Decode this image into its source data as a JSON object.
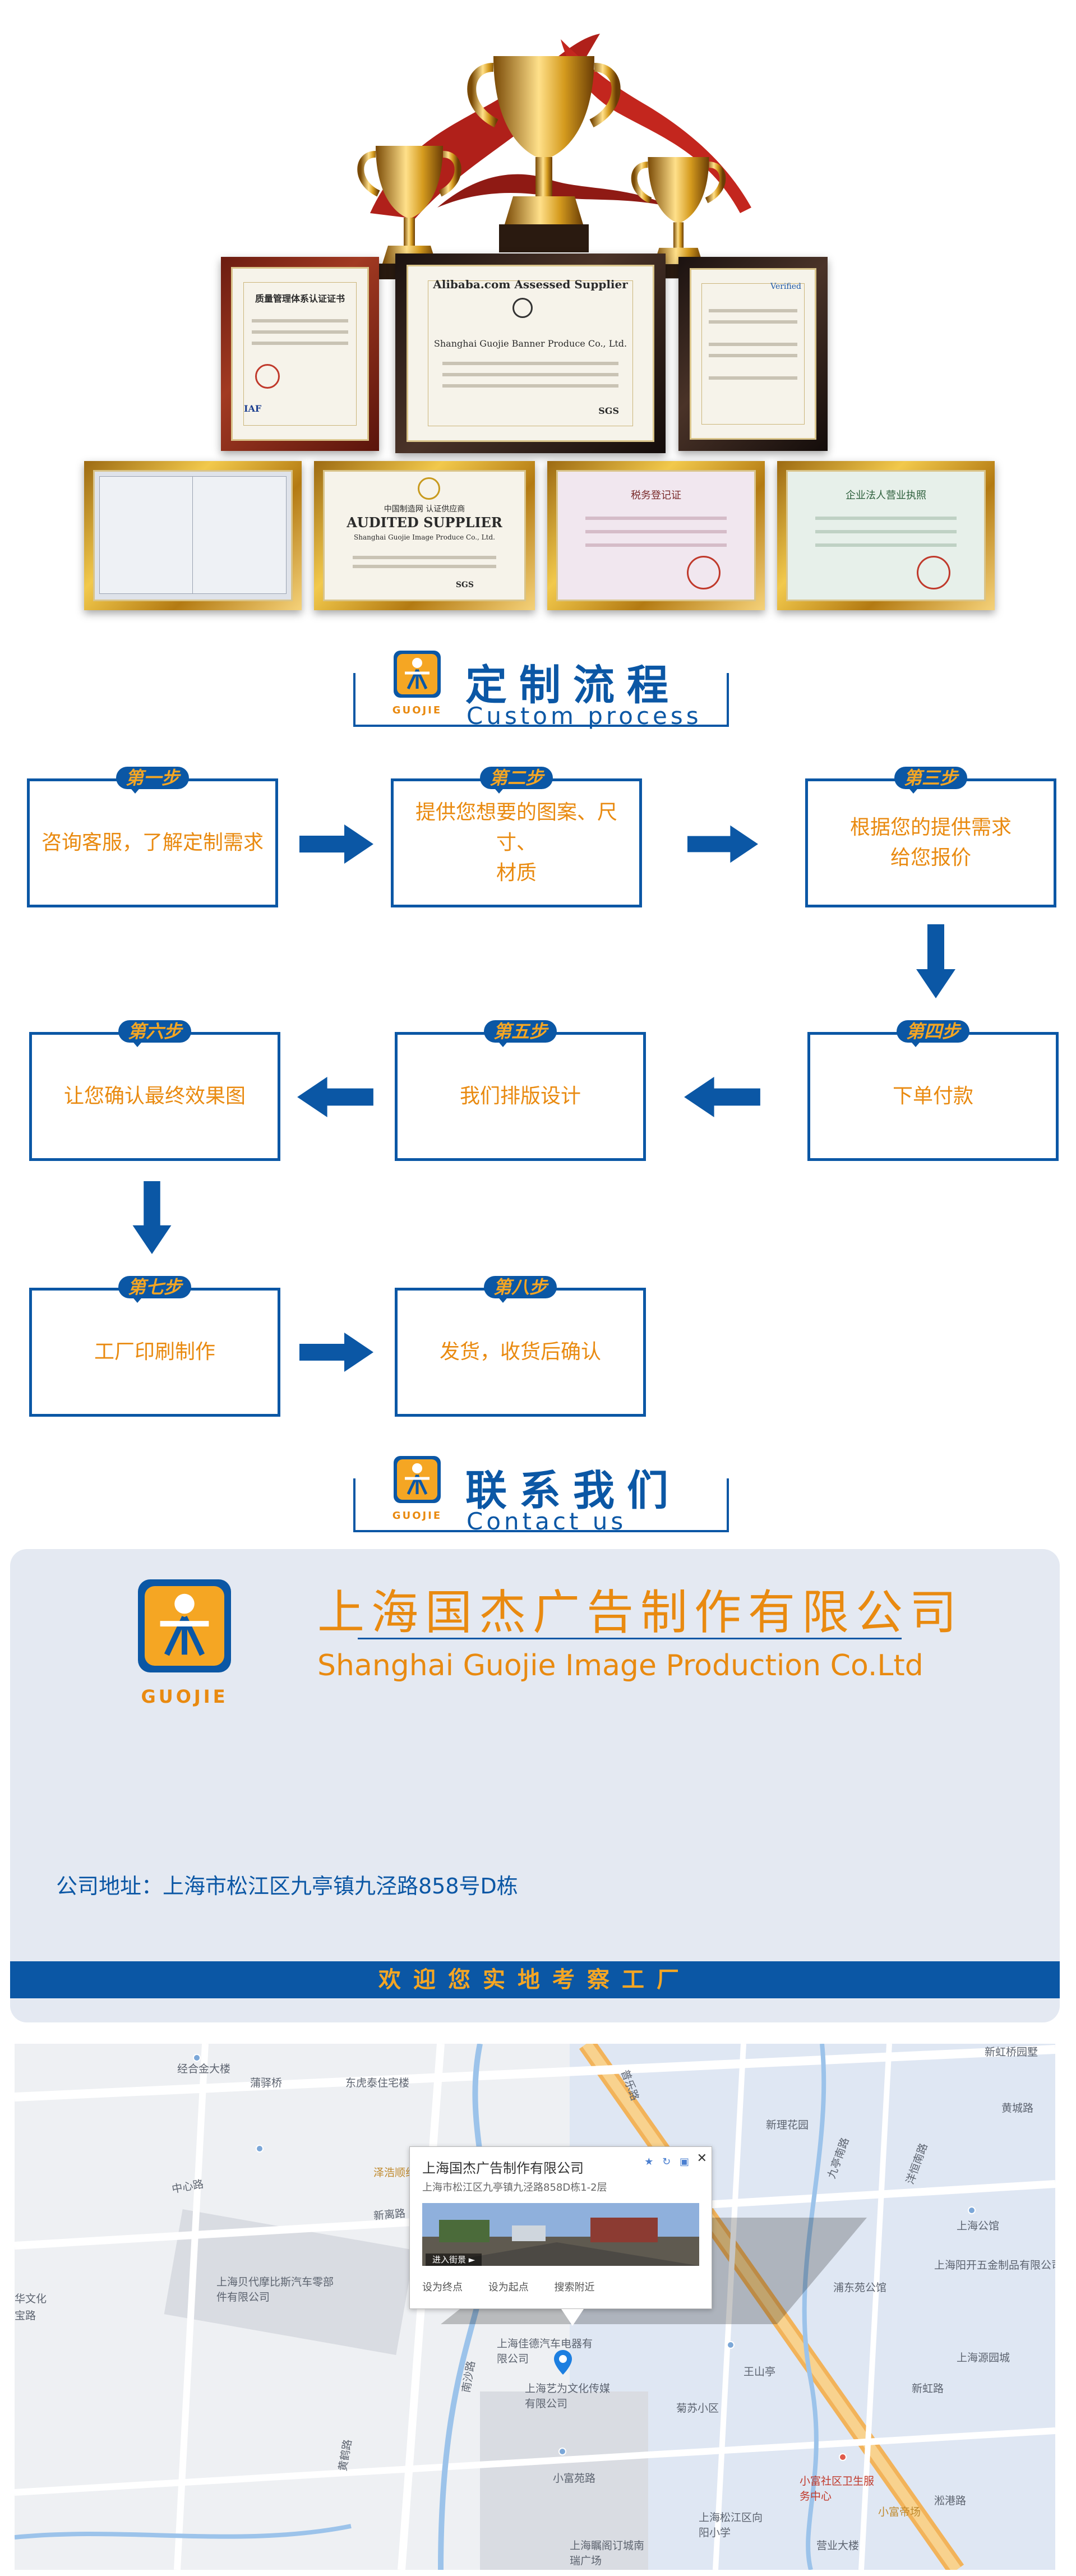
{
  "certificates": {
    "alibaba_title": "Alibaba.com Assessed Supplier",
    "alibaba_company": "Shanghai Guojie Banner Produce Co., Ltd.",
    "alibaba_sgs": "SGS",
    "verified": "Verified",
    "quality_cn": "质量管理体系认证证书",
    "iaf": "IAF",
    "audited_cn": "中国制造网 认证供应商",
    "audited_en": "AUDITED SUPPLIER",
    "audited_company": "Shanghai Guojie Image Produce Co., Ltd.",
    "audited_sgs": "SGS",
    "tax_cn": "税务登记证",
    "license_cn": "企业法人营业执照"
  },
  "process_header": {
    "title_cn": "定制流程",
    "title_en": "Custom process",
    "logo_word": "GUOJIE"
  },
  "steps": [
    {
      "tag": "第一步",
      "text": "咨询客服，了解定制需求"
    },
    {
      "tag": "第二步",
      "text": "提供您想要的图案、尺寸、\n材质"
    },
    {
      "tag": "第三步",
      "text": "根据您的提供需求\n给您报价"
    },
    {
      "tag": "第四步",
      "text": "下单付款"
    },
    {
      "tag": "第五步",
      "text": "我们排版设计"
    },
    {
      "tag": "第六步",
      "text": "让您确认最终效果图"
    },
    {
      "tag": "第七步",
      "text": "工厂印刷制作"
    },
    {
      "tag": "第八步",
      "text": "发货，收货后确认"
    }
  ],
  "contact_header": {
    "title_cn": "联系我们",
    "title_en": "Contact us",
    "logo_word": "GUOJIE"
  },
  "company": {
    "logo_word": "GUOJIE",
    "name_cn": "上海国杰广告制作有限公司",
    "name_en": "Shanghai Guojie Image Production Co.Ltd",
    "address": "公司地址：上海市松江区九亭镇九泾路858号D栋",
    "welcome": "欢迎您实地考察工厂"
  },
  "colors": {
    "brand_blue": "#0b57a5",
    "brand_orange": "#f5a623",
    "card_bg": "#e4e9f2"
  },
  "map": {
    "popup": {
      "title": "上海国杰广告制作有限公司",
      "address": "上海市松江区九亭镇九泾路858D栋1-2层",
      "street_view_button": "进入街景 ►",
      "actions": [
        "设为终点",
        "设为起点",
        "搜索附近"
      ]
    },
    "labels": [
      "经合金大楼",
      "蒲驿桥",
      "东虎泰住宅楼",
      "新虹桥园墅",
      "普乐路",
      "新理花园",
      "九亭南路",
      "上海公馆",
      "洋恒南路",
      "泽浩顺组",
      "新离路",
      "上海贝代摩比斯汽车零部件有限公司",
      "上海阳开五金制品有限公司",
      "浦东苑公馆",
      "上海佳德汽车电器有限公司",
      "上海源园城",
      "新虹路",
      "上海艺为文化传媒有限公司",
      "王山亭",
      "菊苏小区",
      "小富苑路",
      "小富社区卫生服务中心",
      "上海松江区向阳小学",
      "小富帝场",
      "黄鹤路",
      "上海瞩阁订城南瑞广场",
      "营业大楼",
      "中心路",
      "淞港路",
      "华文化",
      "宝路",
      "南沙路",
      "黄城路"
    ]
  }
}
